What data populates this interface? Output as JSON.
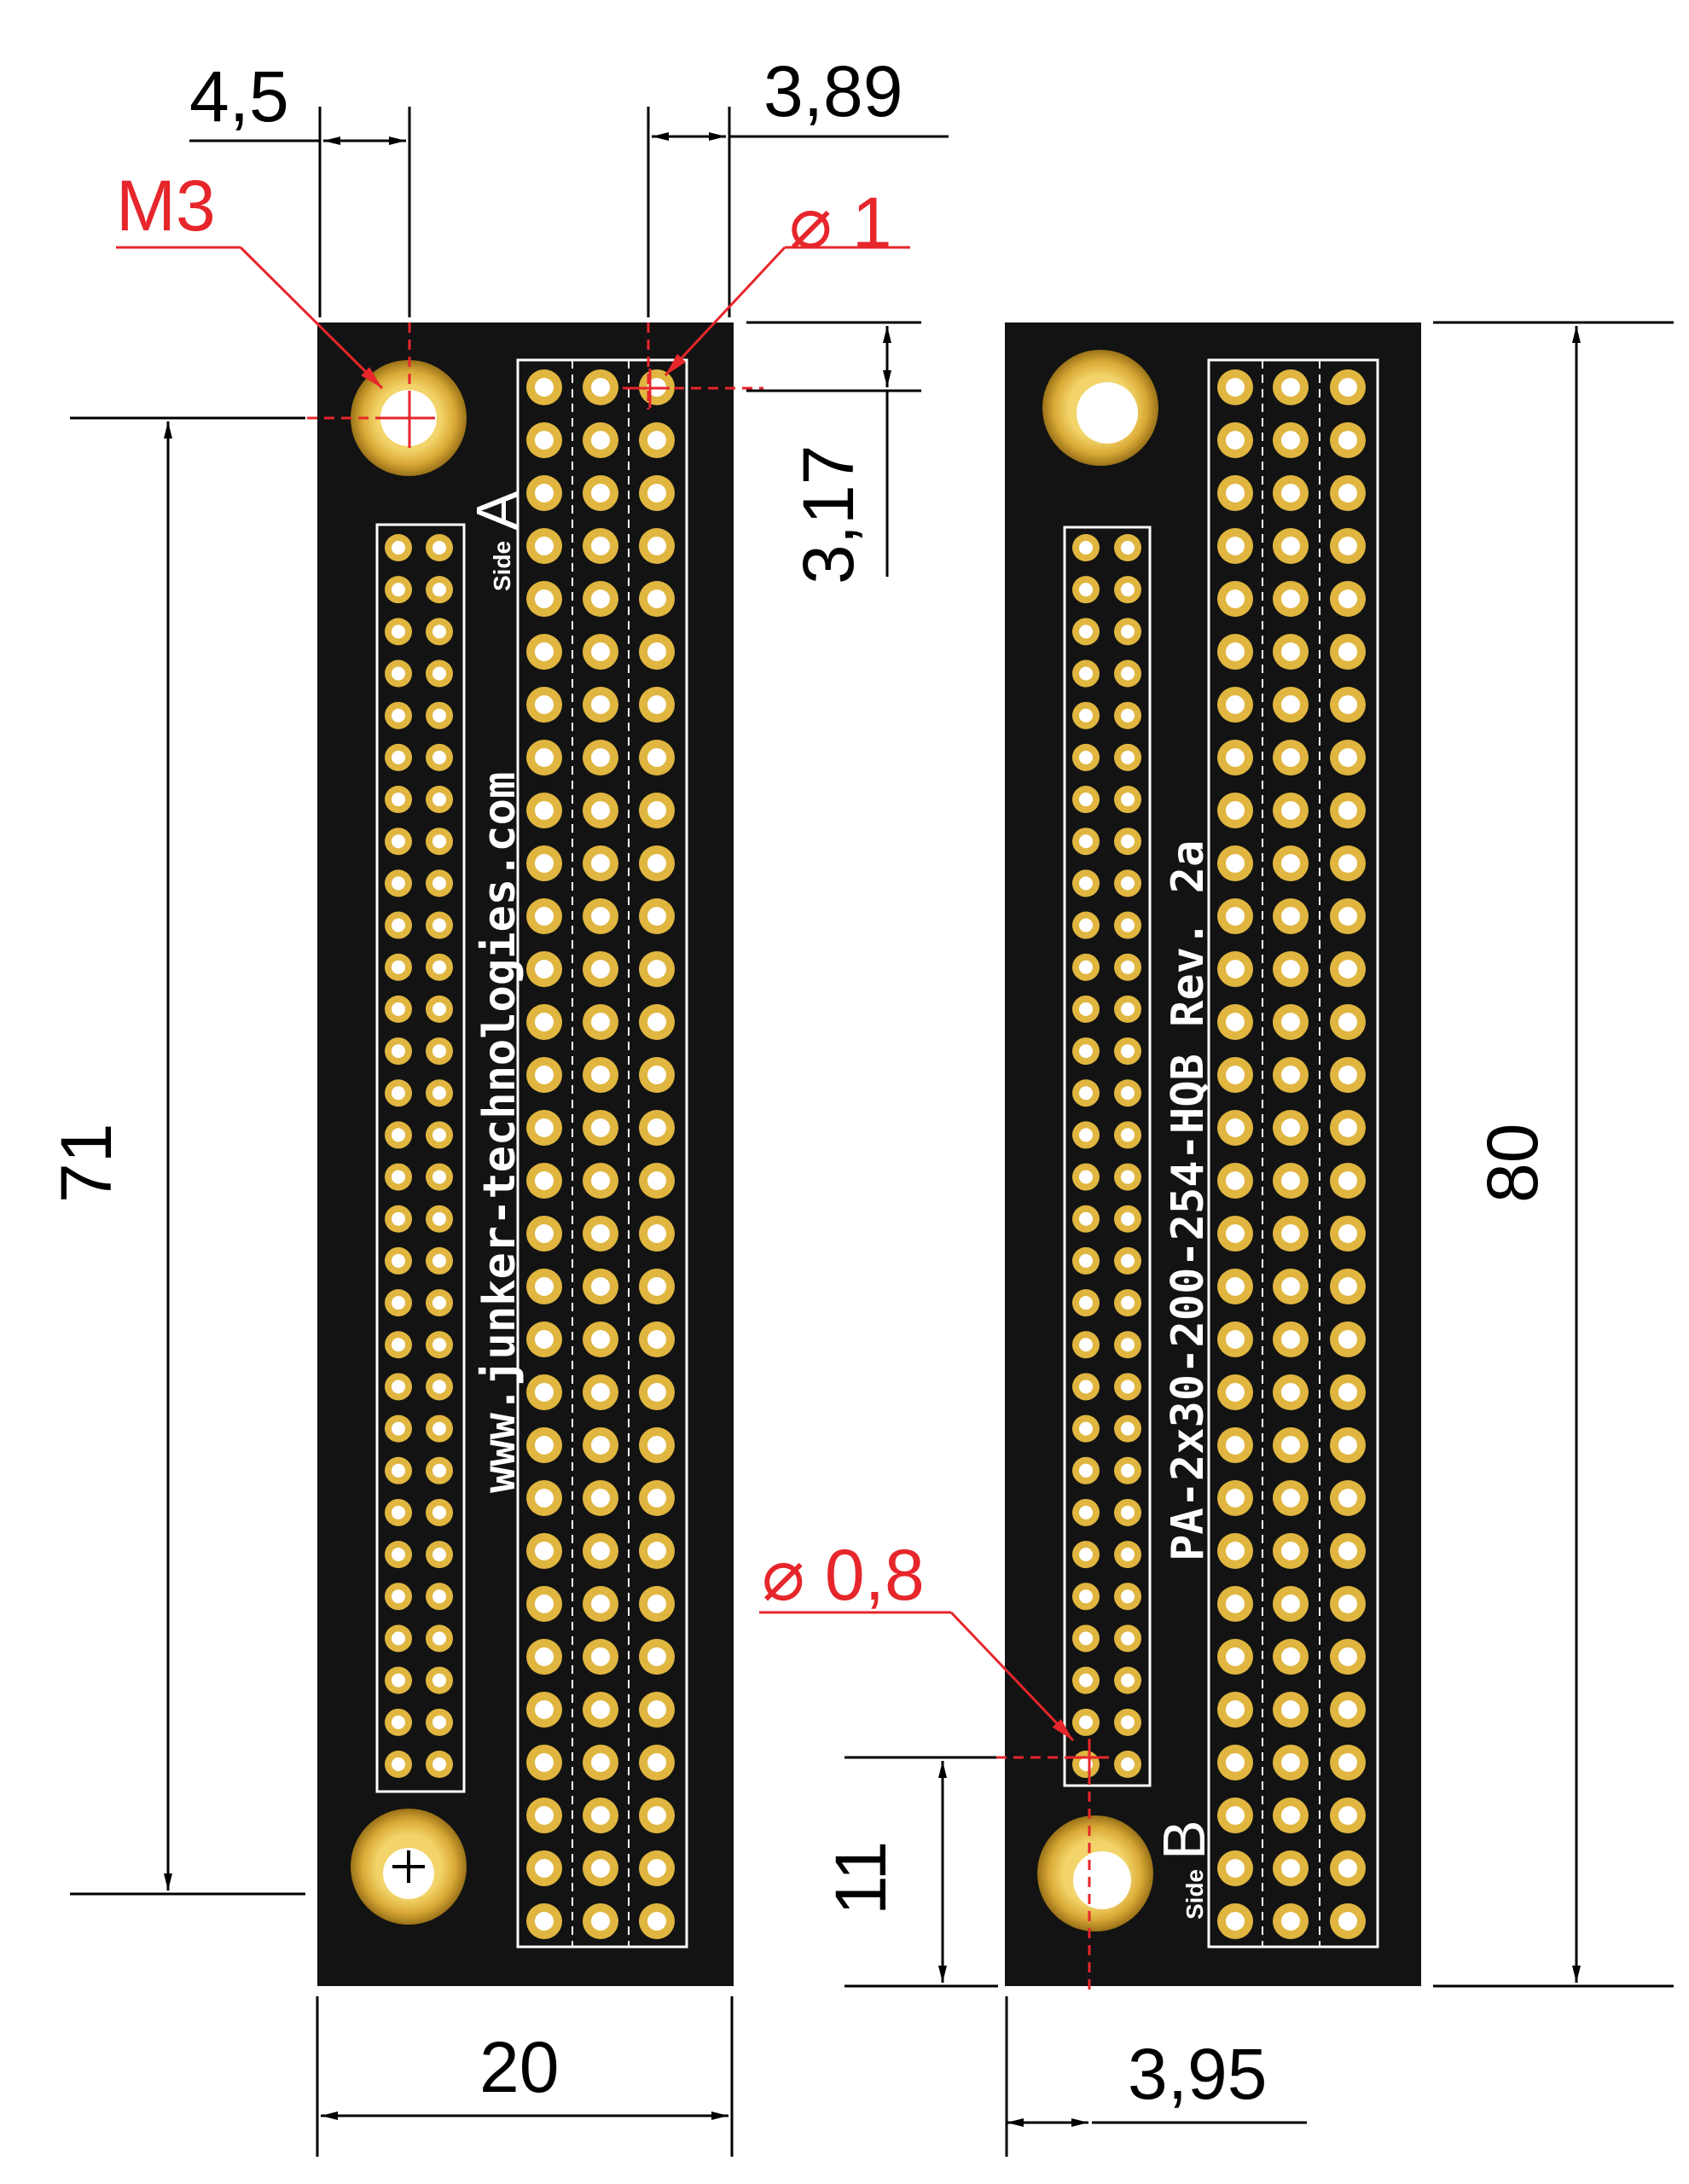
{
  "dimensions": {
    "top_left_offset": "4,5",
    "top_right_offset": "3,89",
    "vertical_small": "3,17",
    "hole_span": "71",
    "board_width": "20",
    "board_height": "80",
    "bottom_vertical": "11",
    "bottom_offset": "3,95"
  },
  "callouts": {
    "mount_hole": "M3",
    "large_pin": "⌀ 1",
    "small_pin": "⌀ 0,8"
  },
  "board_a": {
    "side_prefix": "Side",
    "side_letter": "A",
    "url": "www.junker-technologies.com"
  },
  "board_b": {
    "side_prefix": "Side",
    "side_letter": "B",
    "part_number": "PA-2x30-200-254-HQB Rev. 2a"
  },
  "colors": {
    "pcb": "#131313",
    "gold": "#e0b640",
    "gold_dark": "#8a6410",
    "silk": "#ffffff",
    "callout": "#e6262b",
    "dimension": "#000000"
  },
  "icons": {
    "mount_hole": "mounting-hole-icon",
    "pad": "pad-icon"
  }
}
